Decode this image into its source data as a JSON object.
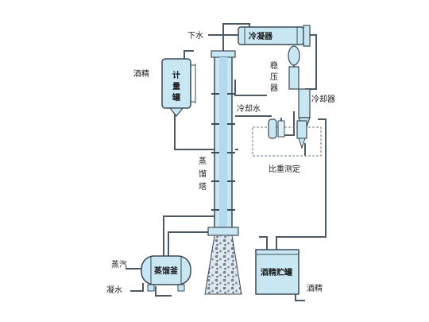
{
  "labels": {
    "alcohol_feed": "酒精",
    "metering_tank": [
      "计",
      "量",
      "罐"
    ],
    "cooling_water_in": "下水",
    "condenser": "冷凝器",
    "reflux_splitter": [
      "稳",
      "压",
      "器"
    ],
    "cooler": "冷却器",
    "cooling_water": "冷却水",
    "gravity_meter": "比重测定",
    "column": [
      "蒸",
      "馏",
      "塔"
    ],
    "still": "蒸馏釜",
    "steam": "蒸汽",
    "condensate": "凝水",
    "storage_tank": "酒精贮罐",
    "alcohol_out": "酒精"
  },
  "colors": {
    "vessel_fill": "#c9e6f3",
    "vessel_stroke": "#3a4a56",
    "pipe": "#4a5a66",
    "packing": "#7a8a95"
  }
}
